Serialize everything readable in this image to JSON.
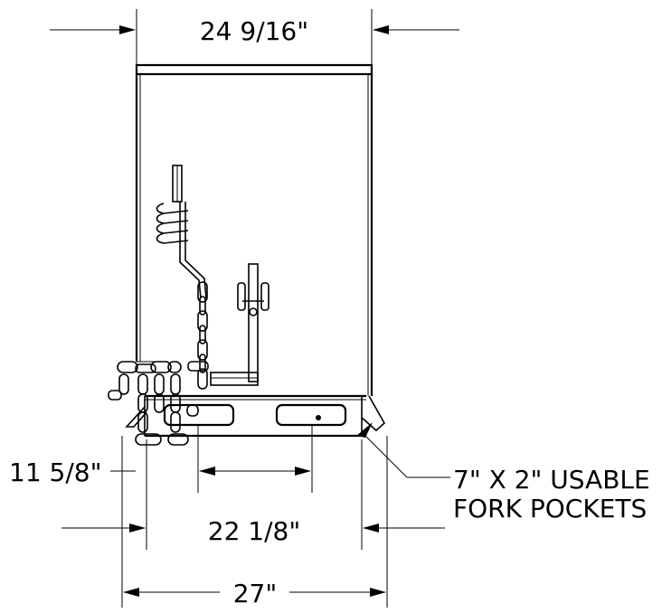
{
  "dimensions": {
    "overall_top_width": "24 9/16\"",
    "fork_pocket_spacing": "11 5/8\"",
    "inner_base_width": "22 1/8\"",
    "overall_base_width": "27\""
  },
  "callout": {
    "line1": "7\" X 2\" USABLE",
    "line2": "FORK POCKETS"
  }
}
